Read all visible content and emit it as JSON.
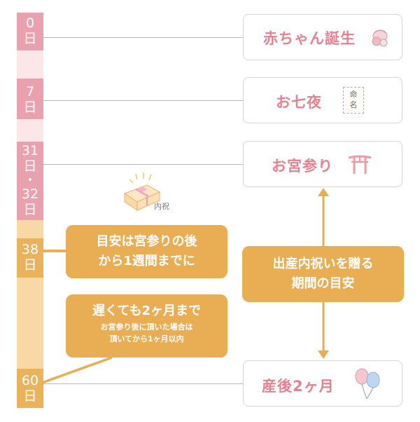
{
  "timeline": {
    "days": [
      {
        "id": "d0",
        "lines": [
          "0",
          "日"
        ]
      },
      {
        "id": "d7",
        "lines": [
          "7",
          "日"
        ]
      },
      {
        "id": "d31",
        "lines": [
          "31",
          "日",
          "・",
          "32",
          "日"
        ]
      },
      {
        "id": "d38",
        "lines": [
          "38",
          "日"
        ]
      },
      {
        "id": "d60",
        "lines": [
          "60",
          "日"
        ]
      }
    ]
  },
  "events": {
    "birth": "赤ちゃん誕生",
    "oshichiya": "お七夜",
    "omiyamairi": "お宮参り",
    "two_months": "産後2ヶ月"
  },
  "icons": {
    "naming_text": [
      "命",
      "名"
    ],
    "gift_label": "内祝"
  },
  "callouts": {
    "target": {
      "line1": "目安は宮参りの後",
      "line2": "から1週間までに"
    },
    "late": {
      "main": "遅くても2ヶ月まで",
      "sub1": "お宮参り後に頂いた場合は",
      "sub2": "頂いてから1ヶ月以内"
    },
    "period": {
      "line1": "出産内祝いを贈る",
      "line2": "期間の目安"
    }
  },
  "colors": {
    "pink_bar": "#e9a1ae",
    "pink_light": "#fbe6e8",
    "orange_light": "#f8d9a6",
    "orange": "#e9ad54",
    "event_text": "#e4828f",
    "line": "#b8b8b8"
  }
}
